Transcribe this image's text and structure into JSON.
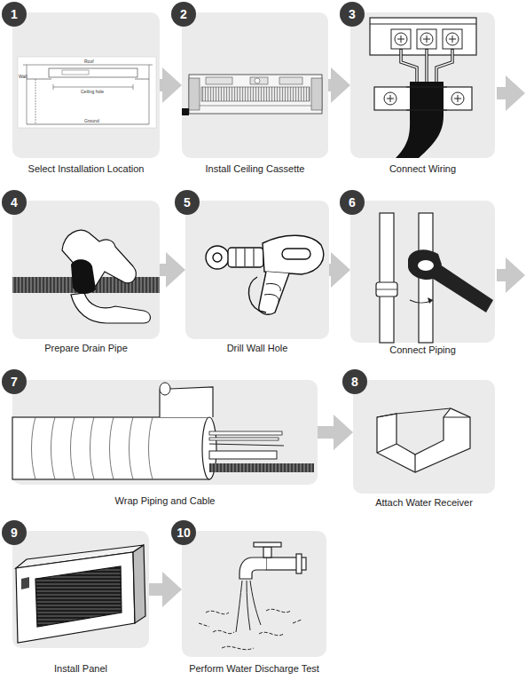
{
  "diagram": {
    "nodes": [
      {
        "text": [
          "Select Installation Location"
        ]
      },
      {
        "text": [
          "1"
        ],
        "in": 0
      },
      {
        "text": [
          "Install Ceiling Cassette"
        ]
      },
      {
        "text": [
          "2"
        ],
        "in": 2
      },
      {
        "text": [
          "Connect Wiring"
        ]
      },
      {
        "text": [
          "3"
        ],
        "in": 4
      },
      {
        "text": [
          "Prepare Drain Pipe"
        ]
      },
      {
        "text": [
          "4"
        ],
        "in": 6
      },
      {
        "text": [
          "Drill Wall Hole"
        ]
      },
      {
        "text": [
          "5"
        ],
        "in": 8
      },
      {
        "text": [
          "Connect Piping"
        ]
      },
      {
        "text": [
          "6"
        ],
        "in": 10
      },
      {
        "text": [
          "Wrap Piping and Cable"
        ]
      },
      {
        "text": [
          "7"
        ],
        "in": 12
      },
      {
        "text": [
          "Attach Water Receiver"
        ]
      },
      {
        "text": [
          "8"
        ],
        "in": 14
      },
      {
        "text": [
          "Install Panel"
        ]
      },
      {
        "text": [
          "9"
        ],
        "in": 16
      },
      {
        "text": [
          "Perform Water Discharge Test"
        ]
      },
      {
        "text": [
          "10"
        ],
        "in": 18
      }
    ],
    "edges": [
      {
        "from": 0,
        "to": 2,
        "arrow": "to"
      },
      {
        "from": 2,
        "to": 4,
        "arrow": "to"
      },
      {
        "from": 6,
        "to": 8,
        "arrow": "to"
      },
      {
        "from": 8,
        "to": 10,
        "arrow": "to"
      },
      {
        "from": 12,
        "to": 14,
        "arrow": "to"
      },
      {
        "from": 16,
        "to": 18,
        "arrow": "to"
      }
    ],
    "labels": [
      "Roof",
      "Wall",
      "Ceiling hole",
      "Ground"
    ]
  }
}
